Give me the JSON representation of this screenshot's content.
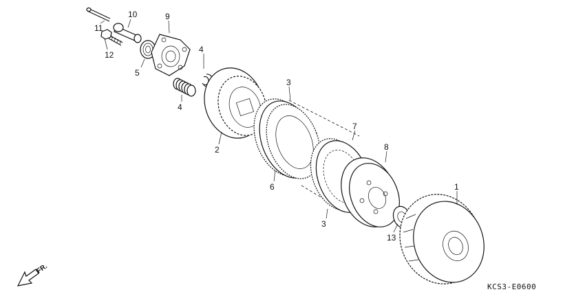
{
  "diagram": {
    "callouts": [
      {
        "id": "1",
        "label": "1"
      },
      {
        "id": "2",
        "label": "2"
      },
      {
        "id": "3a",
        "label": "3"
      },
      {
        "id": "3b",
        "label": "3"
      },
      {
        "id": "4a",
        "label": "4"
      },
      {
        "id": "4b",
        "label": "4"
      },
      {
        "id": "5",
        "label": "5"
      },
      {
        "id": "6",
        "label": "6"
      },
      {
        "id": "7",
        "label": "7"
      },
      {
        "id": "8",
        "label": "8"
      },
      {
        "id": "9",
        "label": "9"
      },
      {
        "id": "10",
        "label": "10"
      },
      {
        "id": "11",
        "label": "11"
      },
      {
        "id": "12",
        "label": "12"
      },
      {
        "id": "13",
        "label": "13"
      }
    ],
    "direction_label": "FR.",
    "diagram_code": "KCS3-E0600"
  }
}
